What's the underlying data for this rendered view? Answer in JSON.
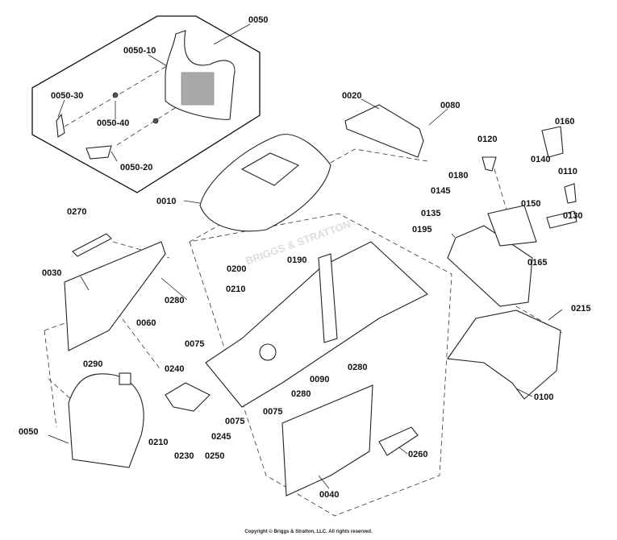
{
  "diagram": {
    "callouts": [
      "0050",
      "0050-10",
      "0050-30",
      "0050-40",
      "0050-20",
      "0020",
      "0080",
      "0160",
      "0120",
      "0140",
      "0110",
      "0180",
      "0145",
      "0150",
      "0135",
      "0130",
      "0195",
      "0165",
      "0010",
      "0270",
      "0030",
      "0280",
      "0200",
      "0190",
      "0210",
      "0215",
      "0060",
      "0075",
      "0290",
      "0240",
      "0280",
      "0090",
      "0280",
      "0100",
      "0075",
      "0075",
      "0050",
      "0210",
      "0245",
      "0230",
      "0250",
      "0260",
      "0040"
    ],
    "watermark": "BRIGGS & STRATTON"
  },
  "footer": {
    "copyright": "Copyright © Briggs & Stratton, LLC. All rights reserved."
  }
}
